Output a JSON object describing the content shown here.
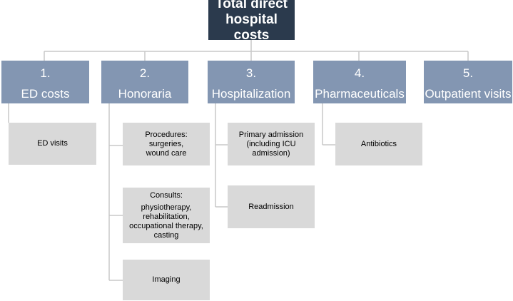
{
  "root": {
    "line1": "Total direct",
    "line2": "hospital costs"
  },
  "categories": [
    {
      "num": "1.",
      "label": "ED costs"
    },
    {
      "num": "2.",
      "label": "Honoraria"
    },
    {
      "num": "3.",
      "label": "Hospitalization"
    },
    {
      "num": "4.",
      "label": "Pharmaceuticals"
    },
    {
      "num": "5.",
      "label": "Outpatient visits"
    }
  ],
  "items": {
    "ed_visits": "ED visits",
    "procedures": [
      "Procedures: surgeries,",
      "wound care"
    ],
    "consults": [
      "Consults:",
      "physiotherapy,",
      "rehabilitation,",
      "occupational therapy,",
      "casting"
    ],
    "imaging": "Imaging",
    "primary_admission": [
      "Primary admission",
      "(including ICU",
      "admission)"
    ],
    "readmission": "Readmission",
    "antibiotics": "Antibiotics"
  }
}
